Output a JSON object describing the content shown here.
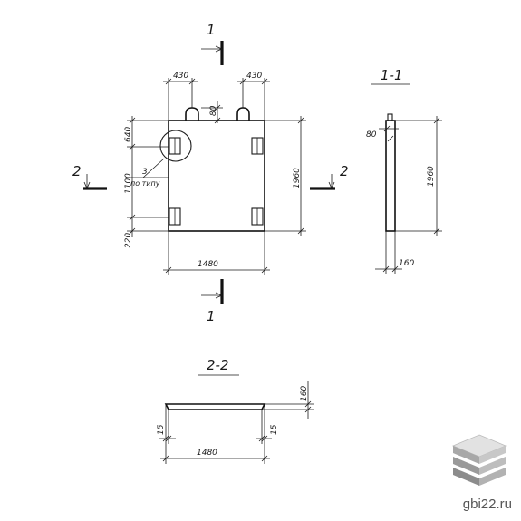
{
  "front_view": {
    "section_mark": "1",
    "side_mark": "2",
    "dims": {
      "loop_left": "430",
      "loop_right": "430",
      "loop_height": "80",
      "top": "640",
      "middle": "1100",
      "bottom": "220",
      "height": "1960",
      "width": "1480"
    },
    "callout_number": "3",
    "callout_note": "по типу"
  },
  "section_1_1": {
    "title": "1-1",
    "dims": {
      "loop": "80",
      "height": "1960",
      "thickness": "160"
    }
  },
  "section_2_2": {
    "title": "2-2",
    "dims": {
      "thickness": "160",
      "left_chamfer": "15",
      "right_chamfer": "15",
      "width": "1480"
    }
  },
  "brand": {
    "text": "gbi22.ru",
    "logo_icon": "layers-icon"
  }
}
